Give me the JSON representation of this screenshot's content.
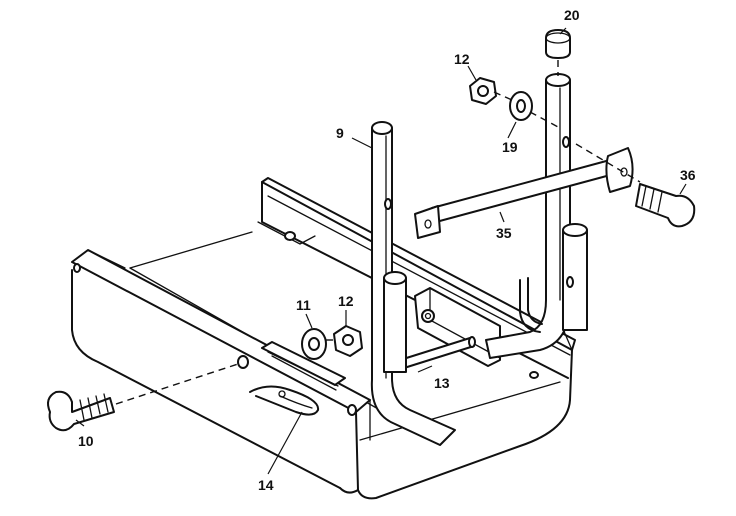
{
  "callouts": {
    "c9": "9",
    "c10": "10",
    "c11": "11",
    "c12a": "12",
    "c12b": "12",
    "c13": "13",
    "c14": "14",
    "c19": "19",
    "c20": "20",
    "c35": "35",
    "c36": "36"
  }
}
